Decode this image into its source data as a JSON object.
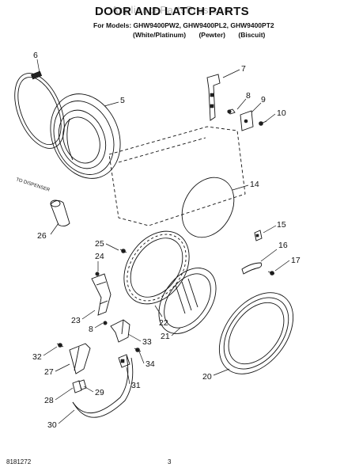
{
  "header": {
    "watermark": "AppliancePartsPros.com",
    "title": "DOOR AND LATCH PARTS",
    "models": "For Models: GHW9400PW2, GHW9400PL2, GHW9400PT2",
    "colors": [
      "(White/Platinum)",
      "(Pewter)",
      "(Biscuit)"
    ]
  },
  "footer": {
    "left": "8181272",
    "center": "3"
  },
  "diagram": {
    "note": "TO DISPENSER",
    "callouts": {
      "c1": "6",
      "c2": "5",
      "c3": "7",
      "c4": "8",
      "c5": "9",
      "c6": "10",
      "c7": "14",
      "c8": "15",
      "c9": "16",
      "c10": "17",
      "c11": "26",
      "c12": "25",
      "c13": "24",
      "c14": "23",
      "c15": "8",
      "c16": "22",
      "c17": "21",
      "c18": "33",
      "c19": "20",
      "c20": "32",
      "c21": "27",
      "c22": "34",
      "c23": "31",
      "c24": "28",
      "c25": "29",
      "c26": "30"
    }
  }
}
